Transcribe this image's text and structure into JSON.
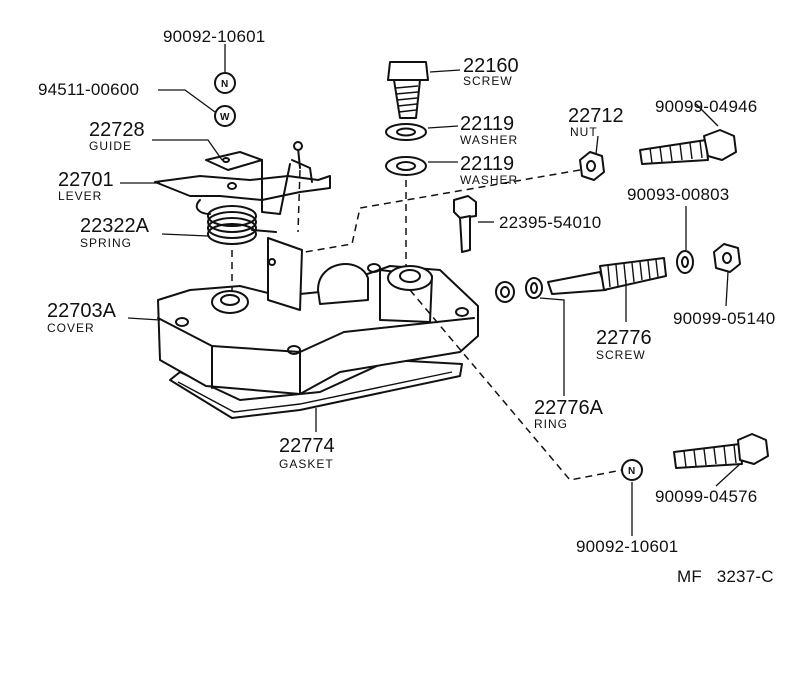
{
  "parts": {
    "nut_n_top": {
      "number": "90092-10601",
      "symbol": "N"
    },
    "washer_w": {
      "number": "94511-00600",
      "symbol": "W"
    },
    "guide": {
      "number": "22728",
      "name": "GUIDE"
    },
    "lever": {
      "number": "22701",
      "name": "LEVER"
    },
    "spring": {
      "number": "22322A",
      "name": "SPRING"
    },
    "cover": {
      "number": "22703A",
      "name": "COVER"
    },
    "gasket": {
      "number": "22774",
      "name": "GASKET"
    },
    "screw_top": {
      "number": "22160",
      "name": "SCREW"
    },
    "washer_1": {
      "number": "22119",
      "name": "WASHER"
    },
    "washer_2": {
      "number": "22119",
      "name": "WASHER"
    },
    "nut": {
      "number": "22712",
      "name": "NUT"
    },
    "bolt_small": {
      "number": "22395-54010"
    },
    "bolt_top_right": {
      "number": "90099-04946"
    },
    "washer_right": {
      "number": "90093-00803"
    },
    "nut_right": {
      "number": "90099-05140"
    },
    "screw_adjust": {
      "number": "22776",
      "name": "SCREW"
    },
    "ring": {
      "number": "22776A",
      "name": "RING"
    },
    "bolt_bottom_right": {
      "number": "90099-04576"
    },
    "nut_n_bottom": {
      "number": "90092-10601",
      "symbol": "N"
    }
  },
  "diagram_code": {
    "prefix": "MF",
    "code": "3237-C"
  }
}
